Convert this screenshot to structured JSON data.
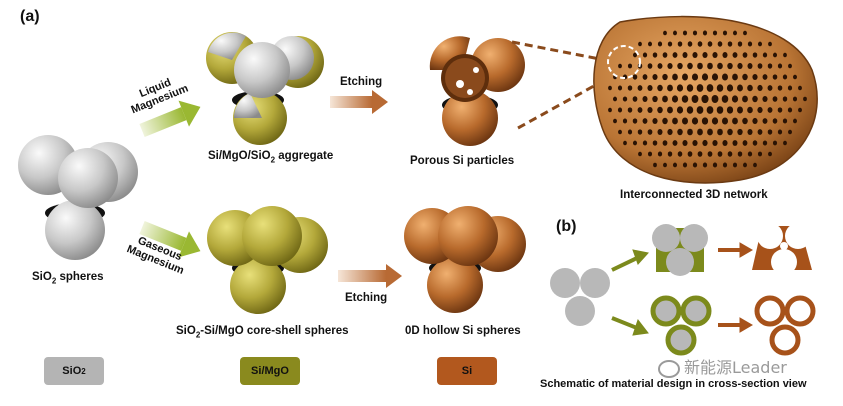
{
  "labels": {
    "panel_a": "(a)",
    "panel_b": "(b)",
    "liquid_mg_1": "Liquid",
    "liquid_mg_2": "Magnesium",
    "gaseous_mg_1": "Gaseous",
    "gaseous_mg_2": "Magnesium",
    "etching_top": "Etching",
    "etching_bottom": "Etching",
    "sio2_spheres_pre": "SiO",
    "sio2_spheres_sub": "2",
    "sio2_spheres_post": " spheres",
    "aggregate_pre": "Si/MgO/SiO",
    "aggregate_sub": "2",
    "aggregate_post": " aggregate",
    "porous": "Porous Si particles",
    "network": "Interconnected 3D network",
    "coreshell_pre": "SiO",
    "coreshell_sub": "2",
    "coreshell_post": "-Si/MgO core-shell spheres",
    "hollow": "0D hollow Si spheres",
    "schematic": "Schematic of material design in cross-section view"
  },
  "legend": [
    {
      "pre": "SiO",
      "sub": "2",
      "color": "#b4b4b4"
    },
    {
      "pre": "Si/MgO",
      "sub": "",
      "color": "#8a8a1e"
    },
    {
      "pre": "Si",
      "sub": "",
      "color": "#b2581e"
    }
  ],
  "watermark": "新能源Leader",
  "colors": {
    "sio2": "#bdbdbd",
    "simgo": "#b1a43a",
    "si": "#b86a2c",
    "arrow_green": "#a8c040",
    "arrow_orange": "#c07a44",
    "schematic_green": "#7c8a1c",
    "schematic_orange": "#a7521a"
  }
}
